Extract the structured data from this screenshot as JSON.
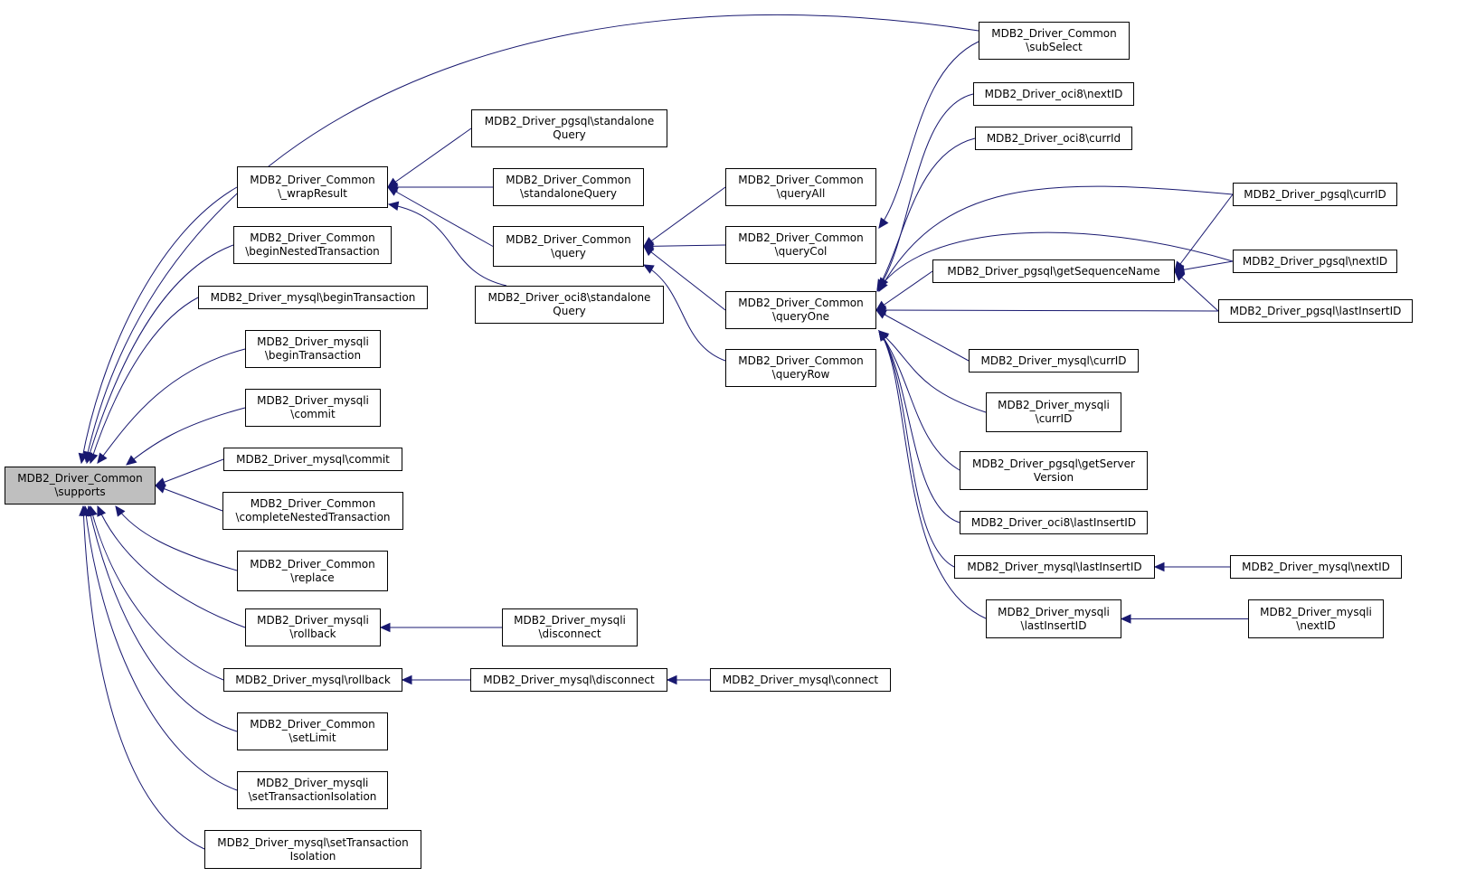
{
  "colors": {
    "edge": "#191970",
    "root_fill": "#bfbfbf",
    "node_fill": "#ffffff",
    "node_border": "#000000"
  },
  "nodes": {
    "supports": {
      "lines": [
        "MDB2_Driver_Common",
        "\\supports"
      ],
      "root": true
    },
    "subSelect": {
      "lines": [
        "MDB2_Driver_Common",
        "\\subSelect"
      ]
    },
    "wrapResult": {
      "lines": [
        "MDB2_Driver_Common",
        "\\_wrapResult"
      ]
    },
    "beginNestedTransaction": {
      "lines": [
        "MDB2_Driver_Common",
        "\\beginNestedTransaction"
      ]
    },
    "mysql_beginTransaction": {
      "lines": [
        "MDB2_Driver_mysql\\beginTransaction"
      ]
    },
    "mysqli_beginTransaction": {
      "lines": [
        "MDB2_Driver_mysqli",
        "\\beginTransaction"
      ]
    },
    "mysqli_commit": {
      "lines": [
        "MDB2_Driver_mysqli",
        "\\commit"
      ]
    },
    "mysql_commit": {
      "lines": [
        "MDB2_Driver_mysql\\commit"
      ]
    },
    "completeNestedTransaction": {
      "lines": [
        "MDB2_Driver_Common",
        "\\completeNestedTransaction"
      ]
    },
    "replace": {
      "lines": [
        "MDB2_Driver_Common",
        "\\replace"
      ]
    },
    "mysqli_rollback": {
      "lines": [
        "MDB2_Driver_mysqli",
        "\\rollback"
      ]
    },
    "mysql_rollback": {
      "lines": [
        "MDB2_Driver_mysql\\rollback"
      ]
    },
    "setLimit": {
      "lines": [
        "MDB2_Driver_Common",
        "\\setLimit"
      ]
    },
    "mysqli_setTransactionIsolation": {
      "lines": [
        "MDB2_Driver_mysqli",
        "\\setTransactionIsolation"
      ]
    },
    "mysql_setTransactionIsolation": {
      "lines": [
        "MDB2_Driver_mysql\\setTransaction",
        "Isolation"
      ]
    },
    "pgsql_standaloneQuery": {
      "lines": [
        "MDB2_Driver_pgsql\\standalone",
        "Query"
      ]
    },
    "common_standaloneQuery": {
      "lines": [
        "MDB2_Driver_Common",
        "\\standaloneQuery"
      ]
    },
    "query": {
      "lines": [
        "MDB2_Driver_Common",
        "\\query"
      ]
    },
    "oci8_standaloneQuery": {
      "lines": [
        "MDB2_Driver_oci8\\standalone",
        "Query"
      ]
    },
    "mysqli_disconnect": {
      "lines": [
        "MDB2_Driver_mysqli",
        "\\disconnect"
      ]
    },
    "mysql_disconnect": {
      "lines": [
        "MDB2_Driver_mysql\\disconnect"
      ]
    },
    "mysql_connect": {
      "lines": [
        "MDB2_Driver_mysql\\connect"
      ]
    },
    "queryAll": {
      "lines": [
        "MDB2_Driver_Common",
        "\\queryAll"
      ]
    },
    "queryCol": {
      "lines": [
        "MDB2_Driver_Common",
        "\\queryCol"
      ]
    },
    "queryOne": {
      "lines": [
        "MDB2_Driver_Common",
        "\\queryOne"
      ]
    },
    "queryRow": {
      "lines": [
        "MDB2_Driver_Common",
        "\\queryRow"
      ]
    },
    "oci8_nextID": {
      "lines": [
        "MDB2_Driver_oci8\\nextID"
      ]
    },
    "oci8_currId": {
      "lines": [
        "MDB2_Driver_oci8\\currId"
      ]
    },
    "pgsql_getSequenceName": {
      "lines": [
        "MDB2_Driver_pgsql\\getSequenceName"
      ]
    },
    "mysql_currID": {
      "lines": [
        "MDB2_Driver_mysql\\currID"
      ]
    },
    "mysqli_currID": {
      "lines": [
        "MDB2_Driver_mysqli",
        "\\currID"
      ]
    },
    "pgsql_getServerVersion": {
      "lines": [
        "MDB2_Driver_pgsql\\getServer",
        "Version"
      ]
    },
    "oci8_lastInsertID": {
      "lines": [
        "MDB2_Driver_oci8\\lastInsertID"
      ]
    },
    "mysql_lastInsertID": {
      "lines": [
        "MDB2_Driver_mysql\\lastInsertID"
      ]
    },
    "mysqli_lastInsertID": {
      "lines": [
        "MDB2_Driver_mysqli",
        "\\lastInsertID"
      ]
    },
    "pgsql_currID": {
      "lines": [
        "MDB2_Driver_pgsql\\currID"
      ]
    },
    "pgsql_nextID": {
      "lines": [
        "MDB2_Driver_pgsql\\nextID"
      ]
    },
    "pgsql_lastInsertID": {
      "lines": [
        "MDB2_Driver_pgsql\\lastInsertID"
      ]
    },
    "mysql_nextID": {
      "lines": [
        "MDB2_Driver_mysql\\nextID"
      ]
    },
    "mysqli_nextID": {
      "lines": [
        "MDB2_Driver_mysqli",
        "\\nextID"
      ]
    }
  },
  "edges": [
    [
      "subSelect",
      "supports"
    ],
    [
      "wrapResult",
      "supports"
    ],
    [
      "beginNestedTransaction",
      "supports"
    ],
    [
      "mysql_beginTransaction",
      "supports"
    ],
    [
      "mysqli_beginTransaction",
      "supports"
    ],
    [
      "mysqli_commit",
      "supports"
    ],
    [
      "mysql_commit",
      "supports"
    ],
    [
      "completeNestedTransaction",
      "supports"
    ],
    [
      "replace",
      "supports"
    ],
    [
      "mysqli_rollback",
      "supports"
    ],
    [
      "mysql_rollback",
      "supports"
    ],
    [
      "setLimit",
      "supports"
    ],
    [
      "mysqli_setTransactionIsolation",
      "supports"
    ],
    [
      "mysql_setTransactionIsolation",
      "supports"
    ],
    [
      "pgsql_standaloneQuery",
      "wrapResult"
    ],
    [
      "common_standaloneQuery",
      "wrapResult"
    ],
    [
      "query",
      "wrapResult"
    ],
    [
      "oci8_standaloneQuery",
      "wrapResult"
    ],
    [
      "mysqli_disconnect",
      "mysqli_rollback"
    ],
    [
      "mysql_disconnect",
      "mysql_rollback"
    ],
    [
      "mysql_connect",
      "mysql_disconnect"
    ],
    [
      "queryAll",
      "query"
    ],
    [
      "queryCol",
      "query"
    ],
    [
      "queryOne",
      "query"
    ],
    [
      "queryRow",
      "query"
    ],
    [
      "subSelect",
      "queryCol"
    ],
    [
      "oci8_nextID",
      "queryOne"
    ],
    [
      "oci8_currId",
      "queryOne"
    ],
    [
      "pgsql_currID",
      "queryOne"
    ],
    [
      "pgsql_nextID",
      "queryOne"
    ],
    [
      "pgsql_getSequenceName",
      "queryOne"
    ],
    [
      "pgsql_lastInsertID",
      "queryOne"
    ],
    [
      "mysql_currID",
      "queryOne"
    ],
    [
      "mysqli_currID",
      "queryOne"
    ],
    [
      "pgsql_getServerVersion",
      "queryOne"
    ],
    [
      "oci8_lastInsertID",
      "queryOne"
    ],
    [
      "mysql_lastInsertID",
      "queryOne"
    ],
    [
      "mysqli_lastInsertID",
      "queryOne"
    ],
    [
      "pgsql_currID",
      "pgsql_getSequenceName"
    ],
    [
      "pgsql_nextID",
      "pgsql_getSequenceName"
    ],
    [
      "pgsql_lastInsertID",
      "pgsql_getSequenceName"
    ],
    [
      "mysql_nextID",
      "mysql_lastInsertID"
    ],
    [
      "mysqli_nextID",
      "mysqli_lastInsertID"
    ]
  ]
}
